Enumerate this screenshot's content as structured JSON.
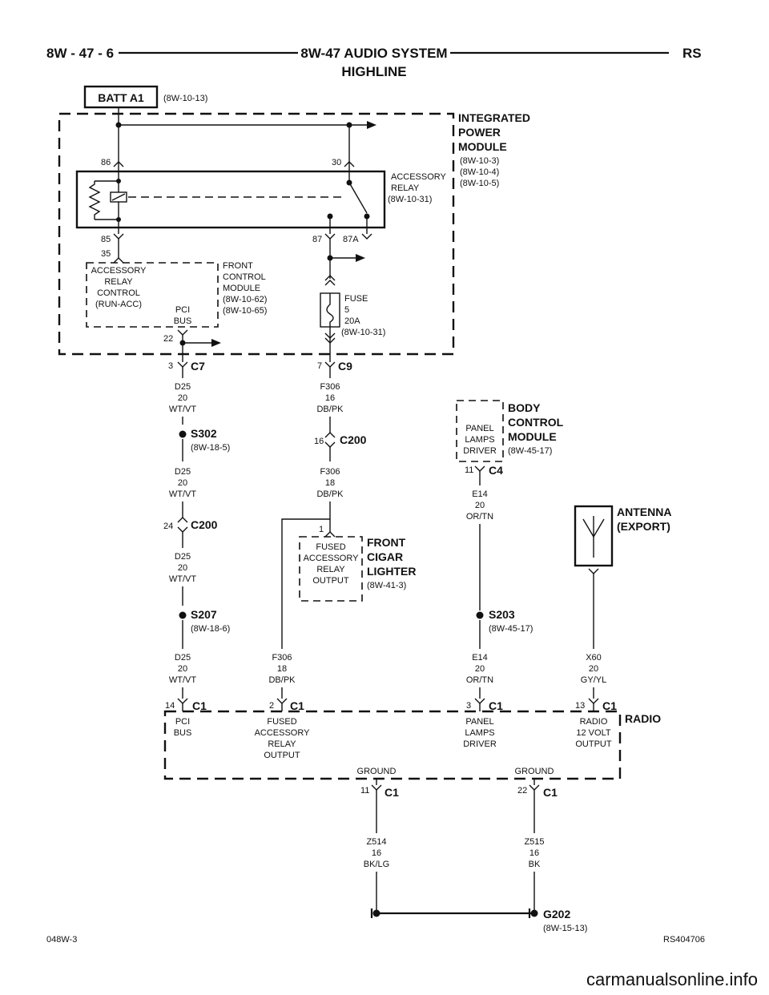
{
  "header": {
    "left": "8W - 47 - 6",
    "title": "8W-47 AUDIO SYSTEM",
    "subtitle": "HIGHLINE",
    "right": "RS"
  },
  "batt": {
    "label": "BATT A1",
    "ref": "(8W-10-13)"
  },
  "ipm": {
    "name": [
      "INTEGRATED",
      "POWER",
      "MODULE"
    ],
    "refs": [
      "(8W-10-3)",
      "(8W-10-4)",
      "(8W-10-5)"
    ]
  },
  "relay": {
    "name": [
      "ACCESSORY",
      "RELAY"
    ],
    "ref": "(8W-10-31)",
    "pins": {
      "p86": "86",
      "p30": "30",
      "p85": "85",
      "p87": "87",
      "p87a": "87A"
    }
  },
  "fcm": {
    "pin_top": "35",
    "func": [
      "ACCESSORY",
      "RELAY",
      "CONTROL",
      "(RUN-ACC)"
    ],
    "bus": [
      "PCI",
      "BUS"
    ],
    "pin_bottom": "22",
    "name": [
      "FRONT",
      "CONTROL",
      "MODULE"
    ],
    "refs": [
      "(8W-10-62)",
      "(8W-10-65)"
    ]
  },
  "fuse": {
    "lines": [
      "FUSE",
      "5",
      "20A",
      "(8W-10-31)"
    ]
  },
  "c7": {
    "pin": "3",
    "name": "C7"
  },
  "c9": {
    "pin": "7",
    "name": "C9"
  },
  "wires": {
    "d25_a": [
      "D25",
      "20",
      "WT/VT"
    ],
    "d25_b": [
      "D25",
      "20",
      "WT/VT"
    ],
    "d25_c": [
      "D25",
      "20",
      "WT/VT"
    ],
    "d25_d": [
      "D25",
      "20",
      "WT/VT"
    ],
    "f306_a": [
      "F306",
      "16",
      "DB/PK"
    ],
    "f306_b": [
      "F306",
      "18",
      "DB/PK"
    ],
    "f306_c": [
      "F306",
      "18",
      "DB/PK"
    ],
    "e14_a": [
      "E14",
      "20",
      "OR/TN"
    ],
    "e14_b": [
      "E14",
      "20",
      "OR/TN"
    ],
    "x60": [
      "X60",
      "20",
      "GY/YL"
    ],
    "z514": [
      "Z514",
      "16",
      "BK/LG"
    ],
    "z515": [
      "Z515",
      "16",
      "BK"
    ]
  },
  "s302": {
    "name": "S302",
    "ref": "(8W-18-5)"
  },
  "s207": {
    "name": "S207",
    "ref": "(8W-18-6)"
  },
  "s203": {
    "name": "S203",
    "ref": "(8W-45-17)"
  },
  "c200_left": {
    "pin": "24",
    "name": "C200"
  },
  "c200_mid": {
    "pin": "16",
    "name": "C200"
  },
  "bcm": {
    "func": [
      "PANEL",
      "LAMPS",
      "DRIVER"
    ],
    "pin": "11",
    "conn": "C4",
    "name": [
      "BODY",
      "CONTROL",
      "MODULE"
    ],
    "ref": "(8W-45-17)"
  },
  "antenna": {
    "name": [
      "ANTENNA",
      "(EXPORT)"
    ]
  },
  "lighter": {
    "pin": "1",
    "func": [
      "FUSED",
      "ACCESSORY",
      "RELAY",
      "OUTPUT"
    ],
    "name": [
      "FRONT",
      "CIGAR",
      "LIGHTER"
    ],
    "ref": "(8W-41-3)"
  },
  "radio": {
    "name": "RADIO",
    "pins": [
      {
        "pin": "14",
        "conn": "C1",
        "func": [
          "PCI",
          "BUS"
        ]
      },
      {
        "pin": "2",
        "conn": "C1",
        "func": [
          "FUSED",
          "ACCESSORY",
          "RELAY",
          "OUTPUT"
        ]
      },
      {
        "pin": "3",
        "conn": "C1",
        "func": [
          "PANEL",
          "LAMPS",
          "DRIVER"
        ]
      },
      {
        "pin": "13",
        "conn": "C1",
        "func": [
          "RADIO",
          "12 VOLT",
          "OUTPUT"
        ]
      }
    ],
    "grounds": [
      {
        "label": "GROUND",
        "pin": "11",
        "conn": "C1"
      },
      {
        "label": "GROUND",
        "pin": "22",
        "conn": "C1"
      }
    ]
  },
  "g202": {
    "name": "G202",
    "ref": "(8W-15-13)"
  },
  "footer": {
    "left": "048W-3",
    "right": "RS404706"
  },
  "watermark": "carmanualsonline.info"
}
